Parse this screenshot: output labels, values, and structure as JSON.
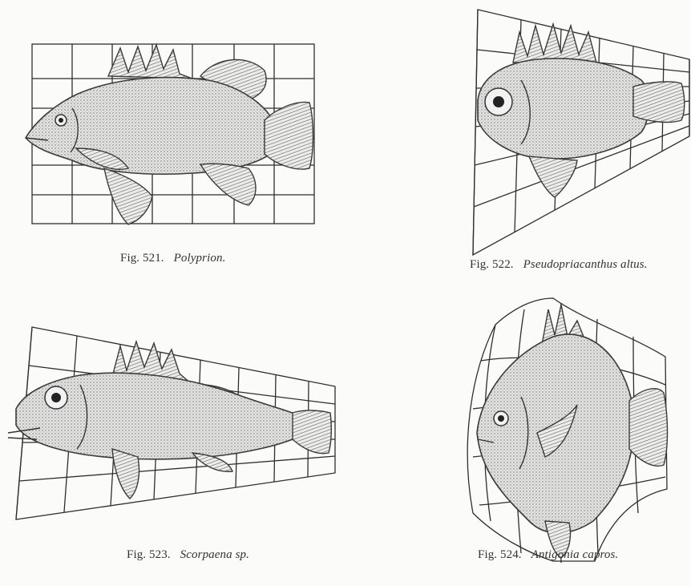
{
  "figures": [
    {
      "number": "Fig. 521.",
      "name": "Polyprion."
    },
    {
      "number": "Fig. 522.",
      "name": "Pseudopriacanthus altus."
    },
    {
      "number": "Fig. 523.",
      "name": "Scorpaena sp."
    },
    {
      "number": "Fig. 524.",
      "name": "Antigonia capros."
    }
  ]
}
